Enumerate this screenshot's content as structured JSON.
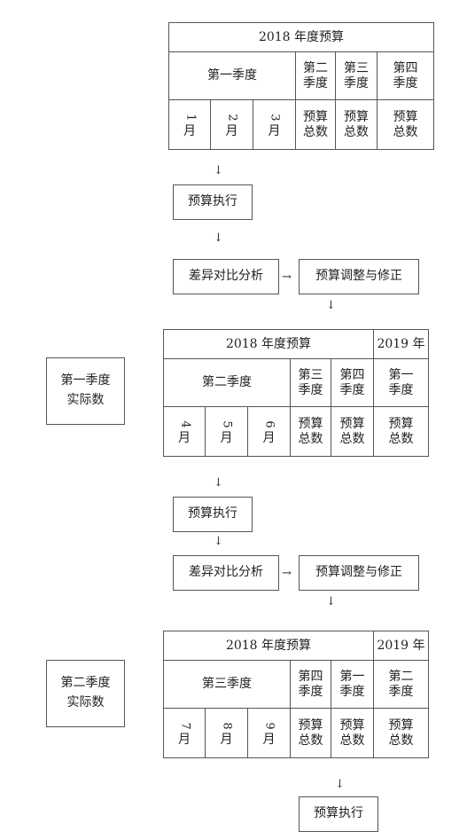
{
  "arrow_down": "↓",
  "arrow_right": "→",
  "block1": {
    "header": "2018 年度预算",
    "quarter_main": "第一季度",
    "q2": "第二\n季度",
    "q3": "第三\n季度",
    "q4": "第四\n季度",
    "m1_num": "1",
    "m2_num": "2",
    "m3_num": "3",
    "month_unit": "月",
    "total1": "预算\n总数",
    "total2": "预算\n总数",
    "total3": "预算\n总数"
  },
  "exec1": "预算执行",
  "diff1": "差异对比分析",
  "adjust1": "预算调整与修正",
  "actual1": "第一季度\n实际数",
  "block2": {
    "header": "2018 年度预算",
    "next_year": "2019 年",
    "quarter_main": "第二季度",
    "qa": "第三\n季度",
    "qb": "第四\n季度",
    "qc": "第一\n季度",
    "m1_num": "4",
    "m2_num": "5",
    "m3_num": "6",
    "month_unit": "月",
    "total1": "预算\n总数",
    "total2": "预算\n总数",
    "total3": "预算\n总数"
  },
  "exec2": "预算执行",
  "diff2": "差异对比分析",
  "adjust2": "预算调整与修正",
  "actual2": "第二季度\n实际数",
  "block3": {
    "header": "2018 年度预算",
    "next_year": "2019 年",
    "quarter_main": "第三季度",
    "qa": "第四\n季度",
    "qb": "第一\n季度",
    "qc": "第二\n季度",
    "m1_num": "7",
    "m2_num": "8",
    "m3_num": "9",
    "month_unit": "月",
    "total1": "预算\n总数",
    "total2": "预算\n总数",
    "total3": "预算\n总数"
  },
  "exec3": "预算执行"
}
